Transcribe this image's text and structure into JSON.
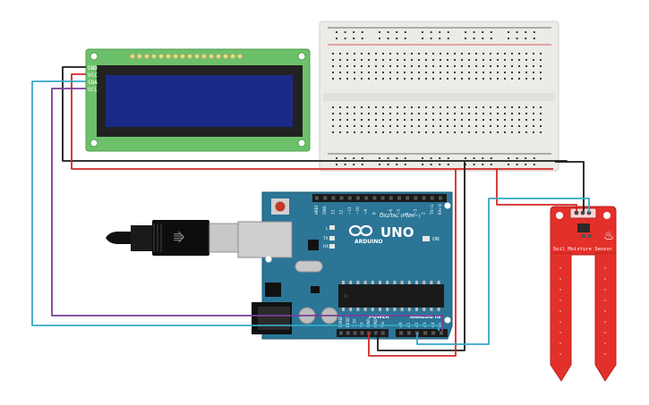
{
  "lcd": {
    "pins": [
      "GND",
      "VCC",
      "SDA",
      "SCL"
    ]
  },
  "arduino": {
    "brand": "ARDUINO",
    "model": "UNO",
    "digital_label": "DIGITAL (PWM~)",
    "power_label": "POWER",
    "analog_label": "ANALOG IN",
    "on_label": "ON",
    "l_label": "L",
    "tx_label": "TX",
    "rx_label": "RX",
    "digital_pins": [
      "AREF",
      "GND",
      "13",
      "12",
      "~11",
      "~10",
      "~9",
      "8",
      "7",
      "~6",
      "~5",
      "4",
      "~3",
      "2",
      "TX→1",
      "RX←0"
    ],
    "power_pins": [
      "IOREF",
      "RESET",
      "3.3V",
      "5V",
      "GND",
      "GND",
      "Vin"
    ],
    "analog_pins": [
      "A0",
      "A1",
      "A2",
      "A3",
      "A4",
      "A5"
    ]
  },
  "sensor": {
    "label": "Soil Moisture Sensor"
  },
  "colors": {
    "lcd_board": "#6dc06a",
    "lcd_screen": "#1b2a86",
    "arduino_board": "#2b7597",
    "sensor_board": "#e4302a",
    "breadboard": "#ecebe7",
    "wire_black": "#1a1a1a",
    "wire_red": "#d32727",
    "wire_cyan": "#36a8c6",
    "wire_purple": "#7b3e9a"
  }
}
